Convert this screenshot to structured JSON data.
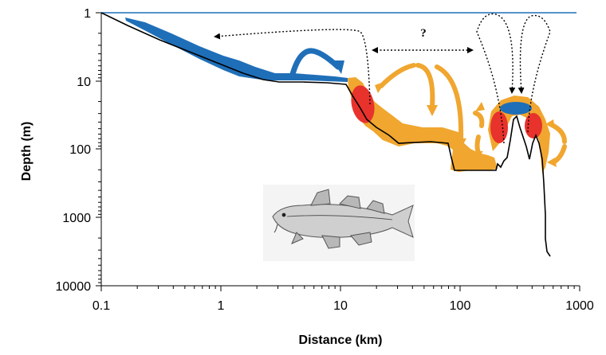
{
  "axes": {
    "xlabel": "Distance (km)",
    "ylabel": "Depth (m)",
    "x_scale": "log",
    "y_scale": "log",
    "x_ticks": [
      "0.1",
      "1",
      "10",
      "100",
      "1000"
    ],
    "y_ticks": [
      "1",
      "10",
      "100",
      "1000",
      "10000"
    ],
    "xlim": [
      0.1,
      1000
    ],
    "ylim": [
      1,
      10000
    ]
  },
  "annotations": {
    "question_mark": "?"
  },
  "colors": {
    "shallow_habitat": "#1f6fb8",
    "deep_habitat": "#f0a62f",
    "spawning_area": "#e8322c",
    "sea_surface": "#1f6fb8",
    "seabed": "#000000"
  },
  "icons": {
    "fish_illustration": "cod-fish-illustration"
  }
}
